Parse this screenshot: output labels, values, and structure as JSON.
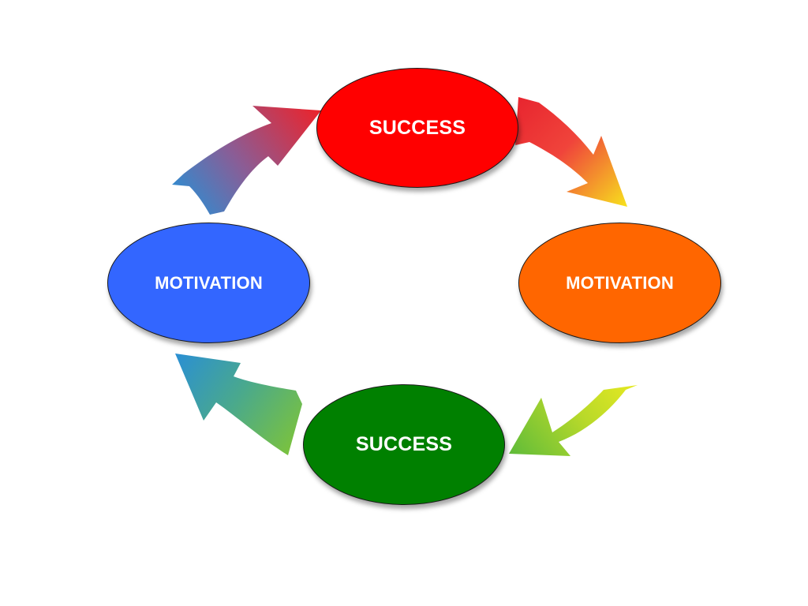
{
  "diagram": {
    "nodes": [
      {
        "id": "top",
        "label": "SUCCESS",
        "color": "#ff0000"
      },
      {
        "id": "right",
        "label": "MOTIVATION",
        "color": "#ff6600"
      },
      {
        "id": "bottom",
        "label": "SUCCESS",
        "color": "#008000"
      },
      {
        "id": "left",
        "label": "MOTIVATION",
        "color": "#3366ff"
      }
    ],
    "arrows": [
      {
        "from": "top",
        "to": "right",
        "colors": [
          "#e8252f",
          "#f7e21d"
        ]
      },
      {
        "from": "right",
        "to": "bottom",
        "colors": [
          "#f4ee1e",
          "#5dbb3a"
        ]
      },
      {
        "from": "bottom",
        "to": "left",
        "colors": [
          "#7cc33b",
          "#2a8fd4"
        ]
      },
      {
        "from": "left",
        "to": "top",
        "colors": [
          "#2a8fd4",
          "#e8252f"
        ]
      }
    ]
  }
}
